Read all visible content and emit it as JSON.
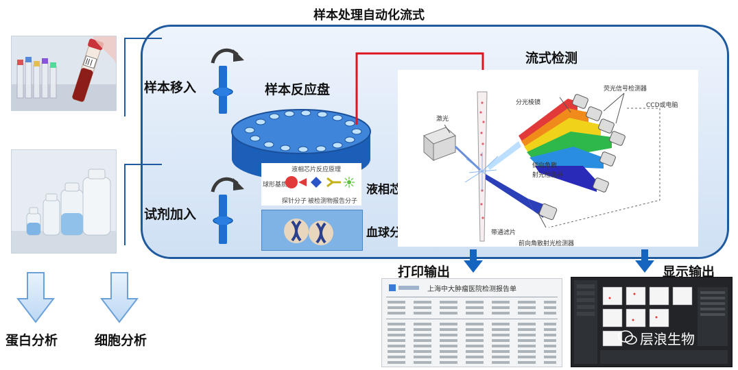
{
  "title": "样本处理自动化流式",
  "left": {
    "sample_in": "样本移入",
    "reagent_in": "试剂加入",
    "protein": "蛋白分析",
    "cell": "细胞分析"
  },
  "center": {
    "plate": "样本反应盘",
    "liquid_chip": "液相芯片",
    "blood_cell": "血球分析",
    "chip_diagram": {
      "title": "液相芯片反应原理",
      "ball": "球形基质",
      "probe": "探针分子",
      "analyte": "被检测物",
      "reporter": "报告分子"
    }
  },
  "flow": {
    "label": "流式检测",
    "laser": "激光",
    "prism": "分光棱镜",
    "fluor_detector": "荧光信号检测器",
    "ccd": "CCD或电脑",
    "side_scatter_1": "侧向角散",
    "side_scatter_2": "射光检测器",
    "bandpass": "带通滤片",
    "forward_scatter": "前向角散射光检测器"
  },
  "outputs": {
    "print": "打印输出",
    "display": "显示输出",
    "report_title": "上海中大肿瘤医院检测报告单",
    "watermark": "层浪生物"
  },
  "colors": {
    "frame": "#1f5a9e",
    "arrow": "#1565c0",
    "signal_line": "#e0141e"
  }
}
